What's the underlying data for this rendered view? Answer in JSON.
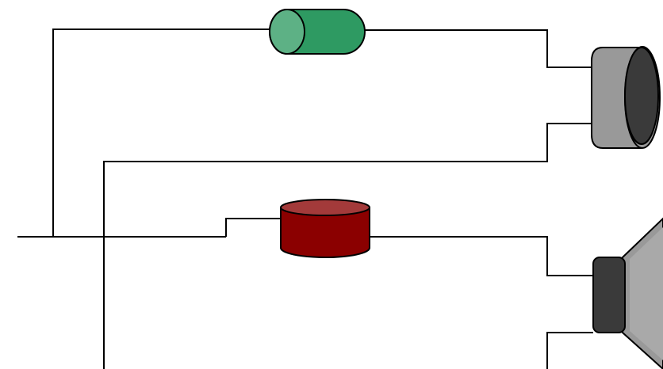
{
  "diagram": {
    "type": "circuit-schematic",
    "labels": [],
    "components": [
      {
        "id": "inductor",
        "kind": "cylindrical-component",
        "orientation": "horizontal",
        "color": "#2e9a62",
        "cap_color": "#5db185"
      },
      {
        "id": "capacitor",
        "kind": "cylindrical-component",
        "orientation": "vertical",
        "color": "#8b0000",
        "cap_color": "#a33a3a"
      },
      {
        "id": "tweeter",
        "kind": "speaker",
        "color": "#999999",
        "dark_color": "#3a3a3a"
      },
      {
        "id": "woofer",
        "kind": "speaker",
        "color": "#999999",
        "dark_color": "#3a3a3a"
      }
    ],
    "colors": {
      "wire": "#000000",
      "background": "#ffffff"
    }
  }
}
